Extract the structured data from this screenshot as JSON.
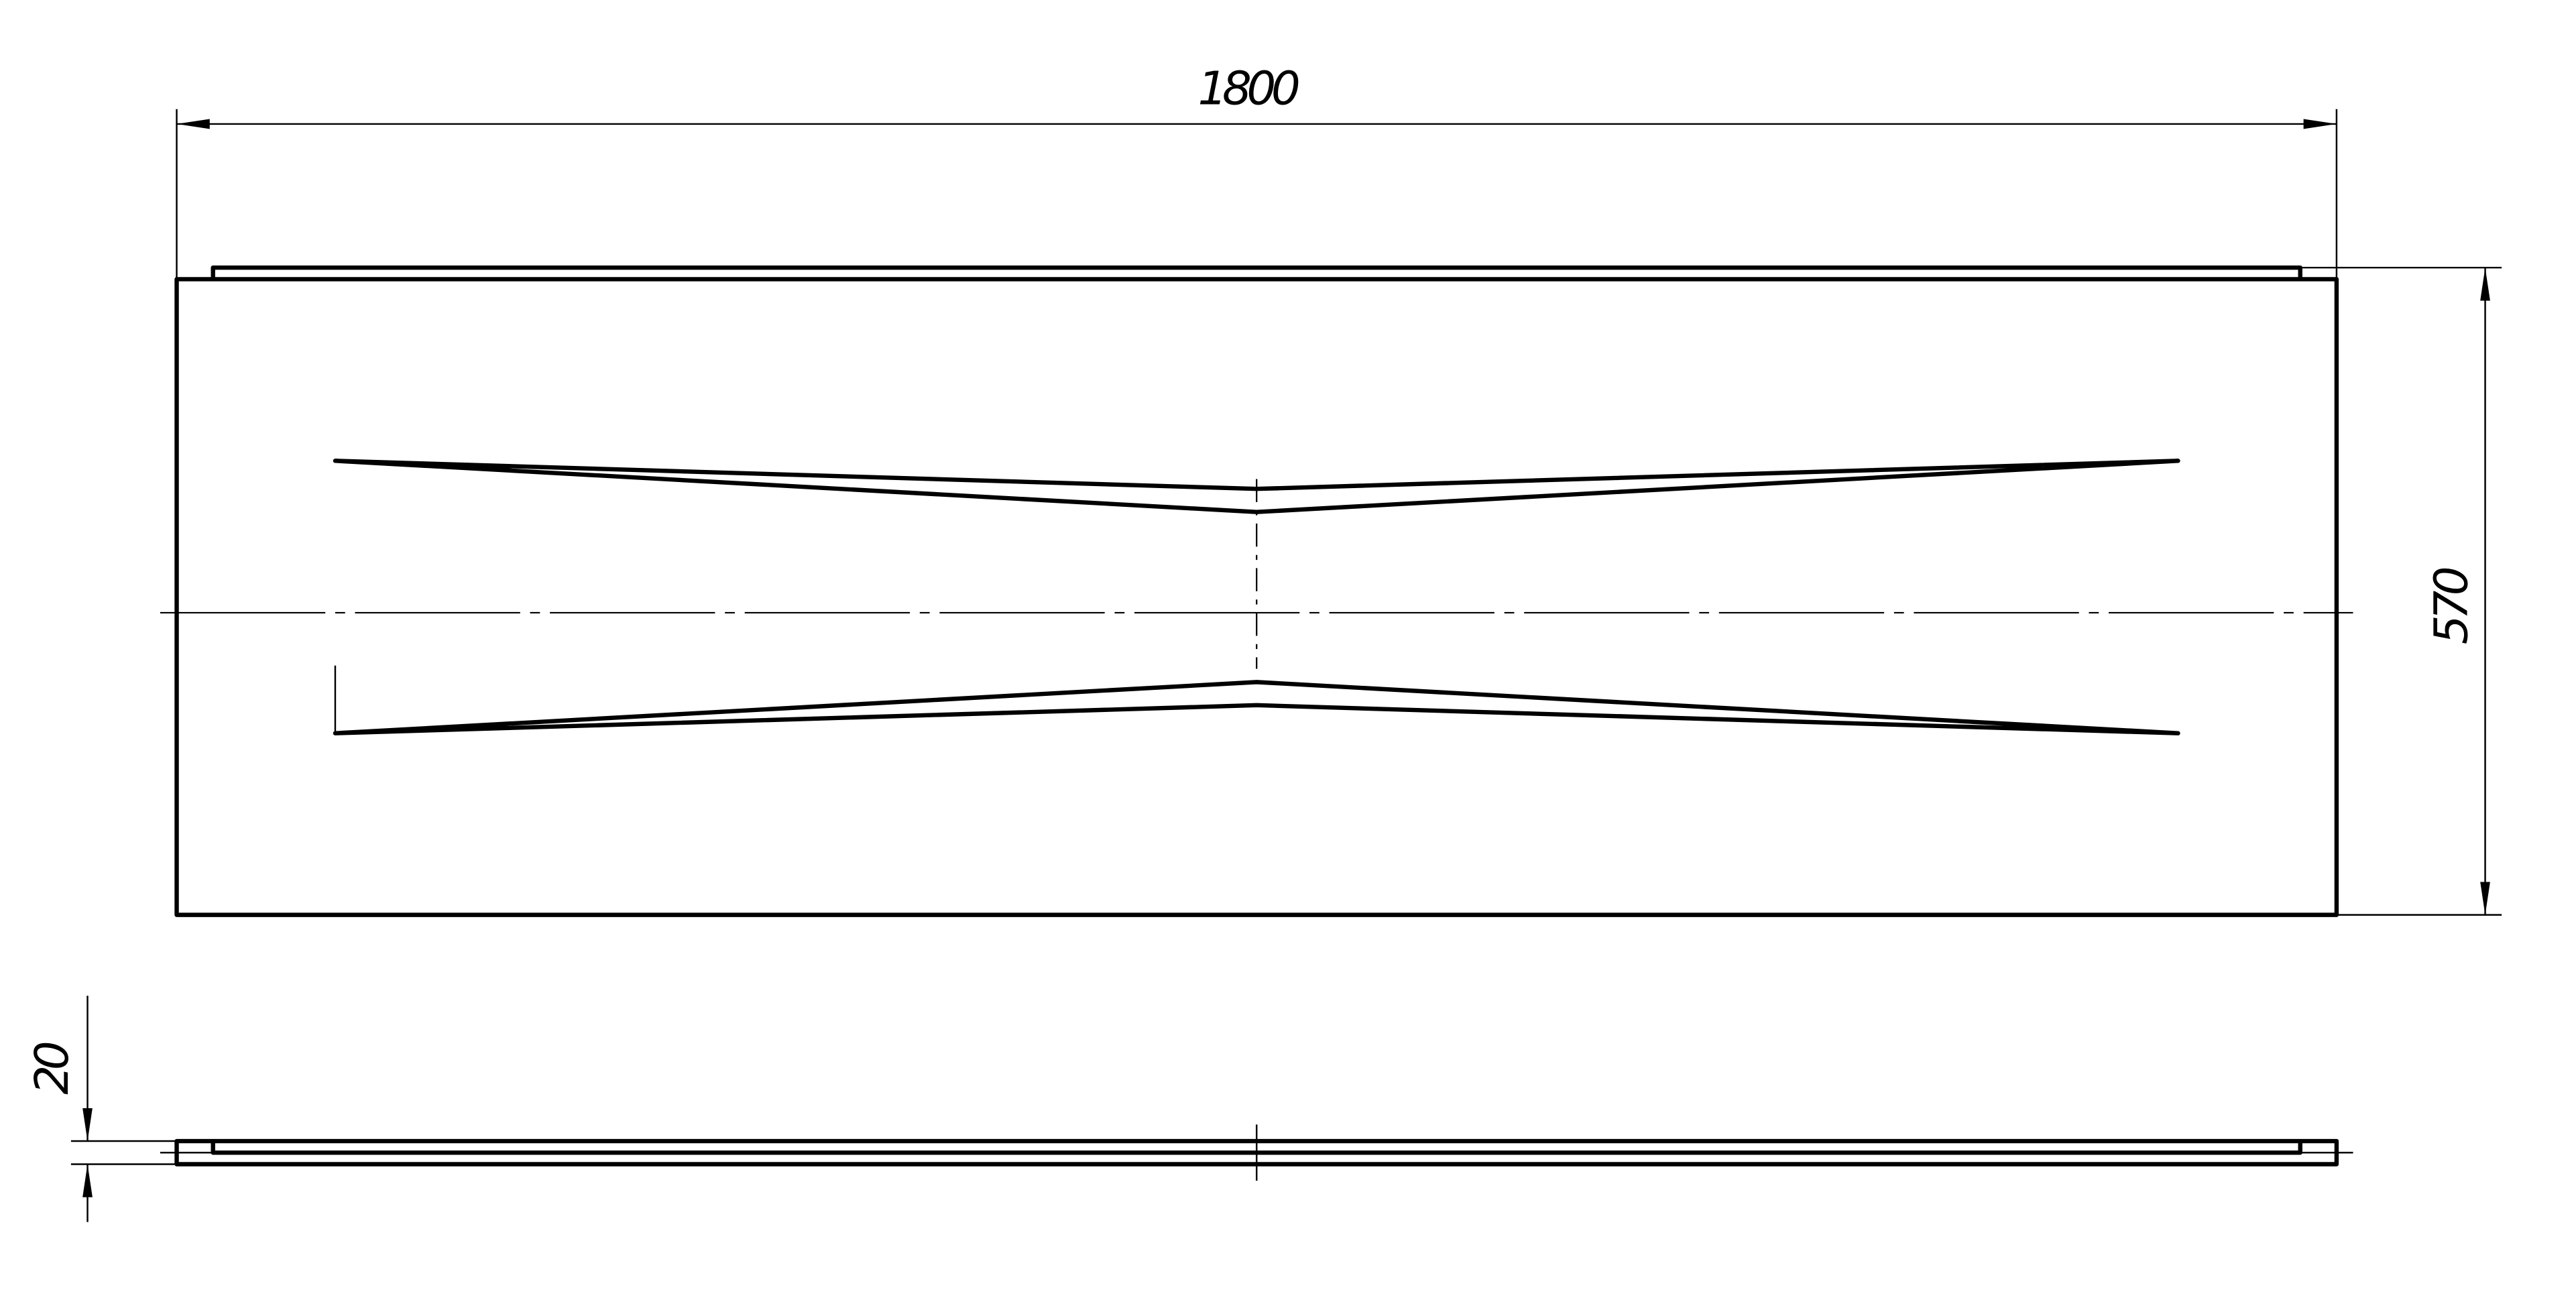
{
  "drawing": {
    "dimensions": {
      "width": "1800",
      "height": "570",
      "thickness": "20"
    }
  }
}
